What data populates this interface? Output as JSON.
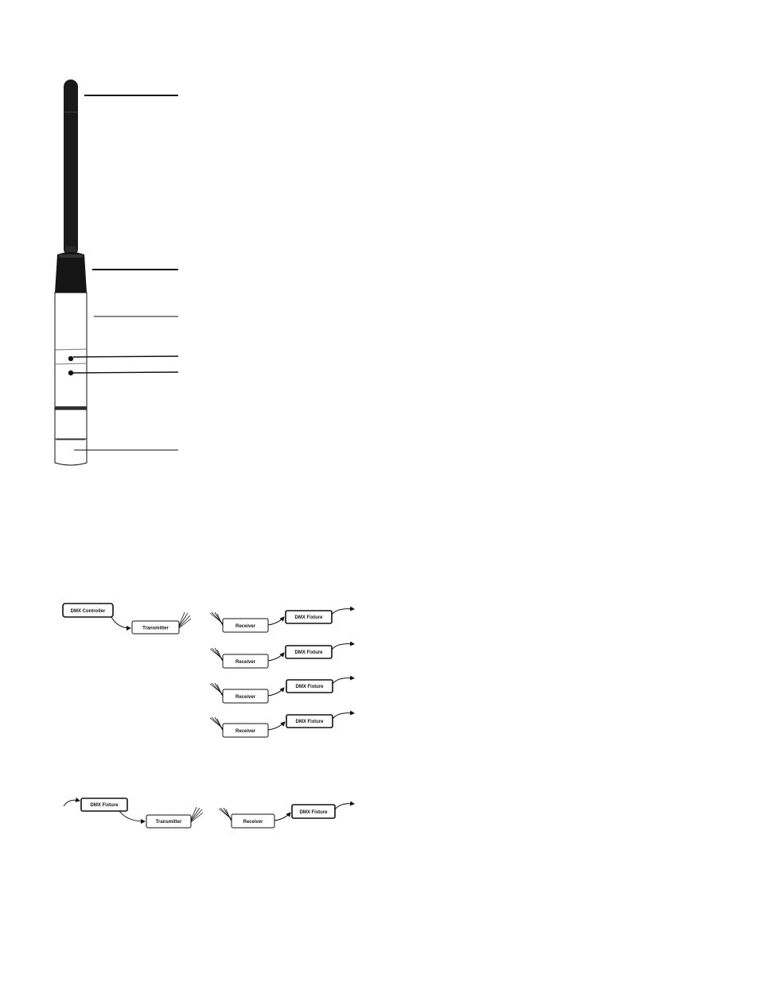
{
  "device": {
    "parts": [
      {
        "id": "antenna"
      },
      {
        "id": "antenna-cap"
      },
      {
        "id": "body-upper"
      },
      {
        "id": "indicator-1"
      },
      {
        "id": "indicator-2"
      },
      {
        "id": "xlr-connector"
      }
    ]
  },
  "diagram1": {
    "controller_label": "DMX Controller",
    "transmitter_label": "Transmitter",
    "receivers": [
      {
        "receiver_label": "Receiver",
        "fixture_label": "DMX Fixture"
      },
      {
        "receiver_label": "Receiver",
        "fixture_label": "DMX Fixture"
      },
      {
        "receiver_label": "Receiver",
        "fixture_label": "DMX Fixture"
      },
      {
        "receiver_label": "Receiver",
        "fixture_label": "DMX Fixture"
      }
    ]
  },
  "diagram2": {
    "source_fixture_label": "DMX Fixture",
    "transmitter_label": "Transmitter",
    "receiver_label": "Receiver",
    "fixture_label": "DMX Fixture"
  },
  "colors": {
    "ink": "#111111",
    "body": "#ffffff",
    "antenna": "#1a1a1a"
  }
}
